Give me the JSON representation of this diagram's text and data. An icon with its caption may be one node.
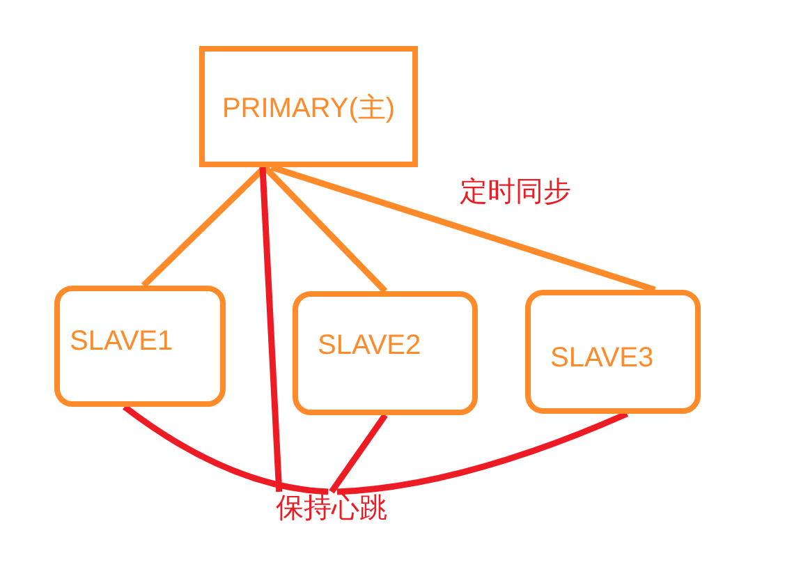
{
  "diagram": {
    "nodes": [
      {
        "text": [
          "PRIMARY(主)"
        ]
      },
      {
        "text": [
          "SLAVE1"
        ]
      },
      {
        "text": [
          "SLAVE2"
        ]
      },
      {
        "text": [
          "SLAVE3"
        ]
      },
      {
        "text": [
          "保持心跳"
        ]
      }
    ],
    "edges": [
      {
        "from": 0,
        "to": 1,
        "arrow": "none",
        "color": "#ff8a2a"
      },
      {
        "from": 0,
        "to": 2,
        "arrow": "none",
        "color": "#ff8a2a"
      },
      {
        "from": 0,
        "to": 3,
        "arrow": "none",
        "label": "定时同步",
        "color": "#ff8a2a"
      },
      {
        "from": 0,
        "to": 4,
        "arrow": "none"
      },
      {
        "from": 1,
        "to": 4,
        "arrow": "none"
      },
      {
        "from": 2,
        "to": 4,
        "arrow": "none"
      },
      {
        "from": 3,
        "to": 4,
        "arrow": "none"
      }
    ]
  }
}
